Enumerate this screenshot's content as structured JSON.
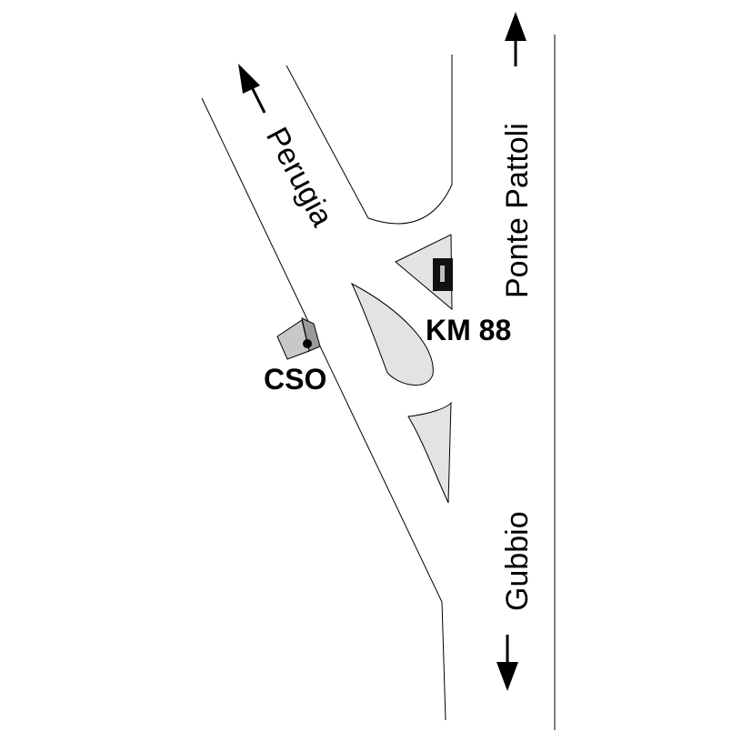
{
  "labels": {
    "perugia": "Perugia",
    "ponte_pattoli": "Ponte Pattoli",
    "gubbio": "Gubbio",
    "km_marker": "KM 88",
    "cso": "CSO"
  },
  "icons": {
    "km_marker": "road-marker-icon",
    "cso_building": "building-icon",
    "arrow_perugia": "arrow-up-left-icon",
    "arrow_ponte_pattoli": "arrow-up-icon",
    "arrow_gubbio": "arrow-down-icon"
  },
  "colors": {
    "road_line": "#000000",
    "island_fill": "#e3e3e3",
    "building_fill": "#c8c8c8",
    "building_side": "#9a9a9a",
    "marker_dark": "#111111",
    "marker_inner": "#bdbdbd",
    "background": "#ffffff"
  }
}
